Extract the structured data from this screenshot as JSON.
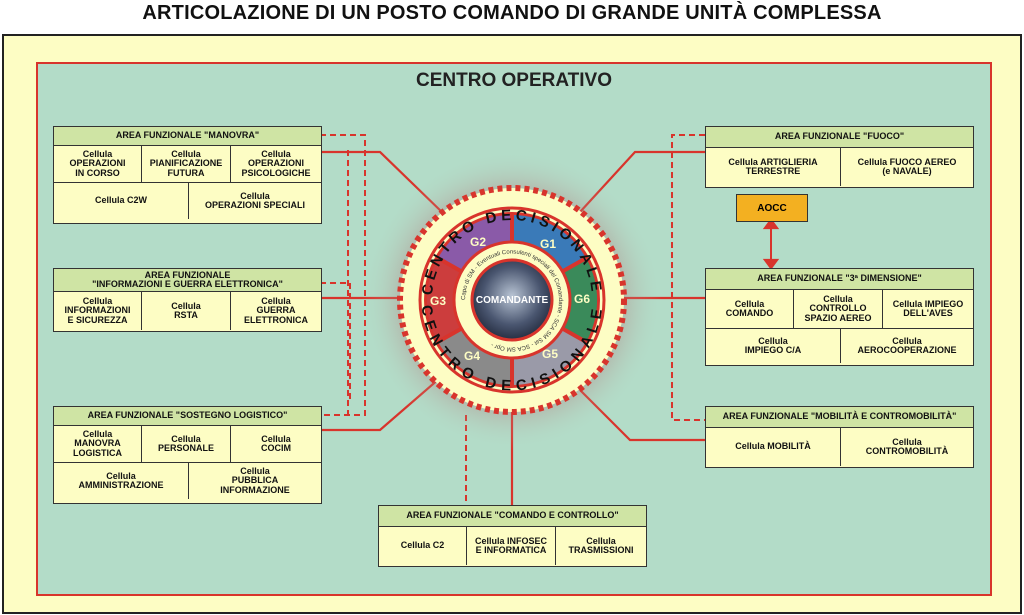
{
  "title": "ARTICOLAZIONE DI UN POSTO COMANDO DI GRANDE UNITÀ COMPLESSA",
  "centro_operativo": "CENTRO OPERATIVO",
  "centro_decisionale_top": "CENTRO DECISIONALE",
  "centro_decisionale_bottom": "CENTRO DECISIONALE",
  "comandante": "COMANDANTE",
  "staff_ring_text": "Capo di SM - Eventuali Consulenti speciali del Comandante - SCA SM Sst - SCA SM Opr -",
  "g_sectors": [
    "G1",
    "G2",
    "G3",
    "G4",
    "G5",
    "G6"
  ],
  "aocc": "AOCC",
  "colors": {
    "red": "#d8342c",
    "yellow": "#fdfdc4",
    "header": "#cfe4a4",
    "teal": "#b3dcc8",
    "aocc": "#f3b021"
  },
  "areas": {
    "manovra": {
      "header": "AREA FUNZIONALE \"MANOVRA\"",
      "row1": [
        "Cellula\nOPERAZIONI\nIN CORSO",
        "Cellula\nPIANIFICAZIONE\nFUTURA",
        "Cellula\nOPERAZIONI\nPSICOLOGICHE"
      ],
      "row2": [
        "Cellula C2W",
        "Cellula\nOPERAZIONI SPECIALI"
      ]
    },
    "informazioni": {
      "header": "AREA FUNZIONALE\n\"INFORMAZIONI E GUERRA ELETTRONICA\"",
      "row1": [
        "Cellula\nINFORMAZIONI\nE SICUREZZA",
        "Cellula\nRSTA",
        "Cellula\nGUERRA\nELETTRONICA"
      ]
    },
    "sostegno": {
      "header": "AREA FUNZIONALE \"SOSTEGNO LOGISTICO\"",
      "row1": [
        "Cellula\nMANOVRA\nLOGISTICA",
        "Cellula\nPERSONALE",
        "Cellula\nCOCIM"
      ],
      "row2": [
        "Cellula\nAMMINISTRAZIONE",
        "Cellula\nPUBBLICA\nINFORMAZIONE"
      ]
    },
    "fuoco": {
      "header": "AREA FUNZIONALE \"FUOCO\"",
      "row1": [
        "Cellula ARTIGLIERIA\nTERRESTRE",
        "Cellula FUOCO AEREO\n(e NAVALE)"
      ]
    },
    "terza": {
      "header": "AREA FUNZIONALE  \"3ª DIMENSIONE\"",
      "row1": [
        "Cellula\nCOMANDO",
        "Cellula\nCONTROLLO\nSPAZIO AEREO",
        "Cellula IMPIEGO\nDELL'AVES"
      ],
      "row2": [
        "Cellula\nIMPIEGO C/A",
        "Cellula\nAEROCOOPERAZIONE"
      ]
    },
    "mobilita": {
      "header": "AREA FUNZIONALE \"MOBILITÀ E CONTROMOBILITÀ\"",
      "row1": [
        "Cellula MOBILITÀ",
        "Cellula\nCONTROMOBILITÀ"
      ]
    },
    "comando": {
      "header": "AREA FUNZIONALE \"COMANDO E CONTROLLO\"",
      "row1": [
        "Cellula C2",
        "Cellula INFOSEC\nE INFORMATICA",
        "Cellula\nTRASMISSIONI"
      ]
    }
  }
}
